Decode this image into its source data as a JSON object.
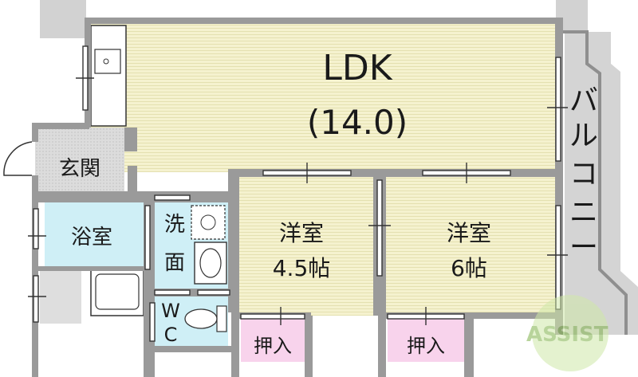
{
  "rooms": {
    "ldk": {
      "name": "LDK",
      "size": "(14.0)"
    },
    "balcony": {
      "chars": [
        "バ",
        "ル",
        "コ",
        "ニ",
        "ー"
      ]
    },
    "entrance": {
      "name": "玄関"
    },
    "bath": {
      "name": "浴室"
    },
    "washroom": {
      "chars": [
        "洗",
        "面"
      ]
    },
    "wc": {
      "chars": [
        "W",
        "C"
      ]
    },
    "western1": {
      "name": "洋室",
      "size": "4.5帖"
    },
    "western2": {
      "name": "洋室",
      "size": "6帖"
    },
    "closet1": {
      "name": "押入"
    },
    "closet2": {
      "name": "押入"
    }
  },
  "watermark": {
    "text": "ASSIST"
  },
  "colors": {
    "ldk_fill": "#f4f1cb",
    "western_fill": "#f4f1cb",
    "water_fill": "#cdeef5",
    "closet_fill": "#f7d2ea",
    "wall": "#9a9a9a",
    "entrance_fill": "#d9d9d9",
    "balcony_fill": "#d9d9d9"
  }
}
